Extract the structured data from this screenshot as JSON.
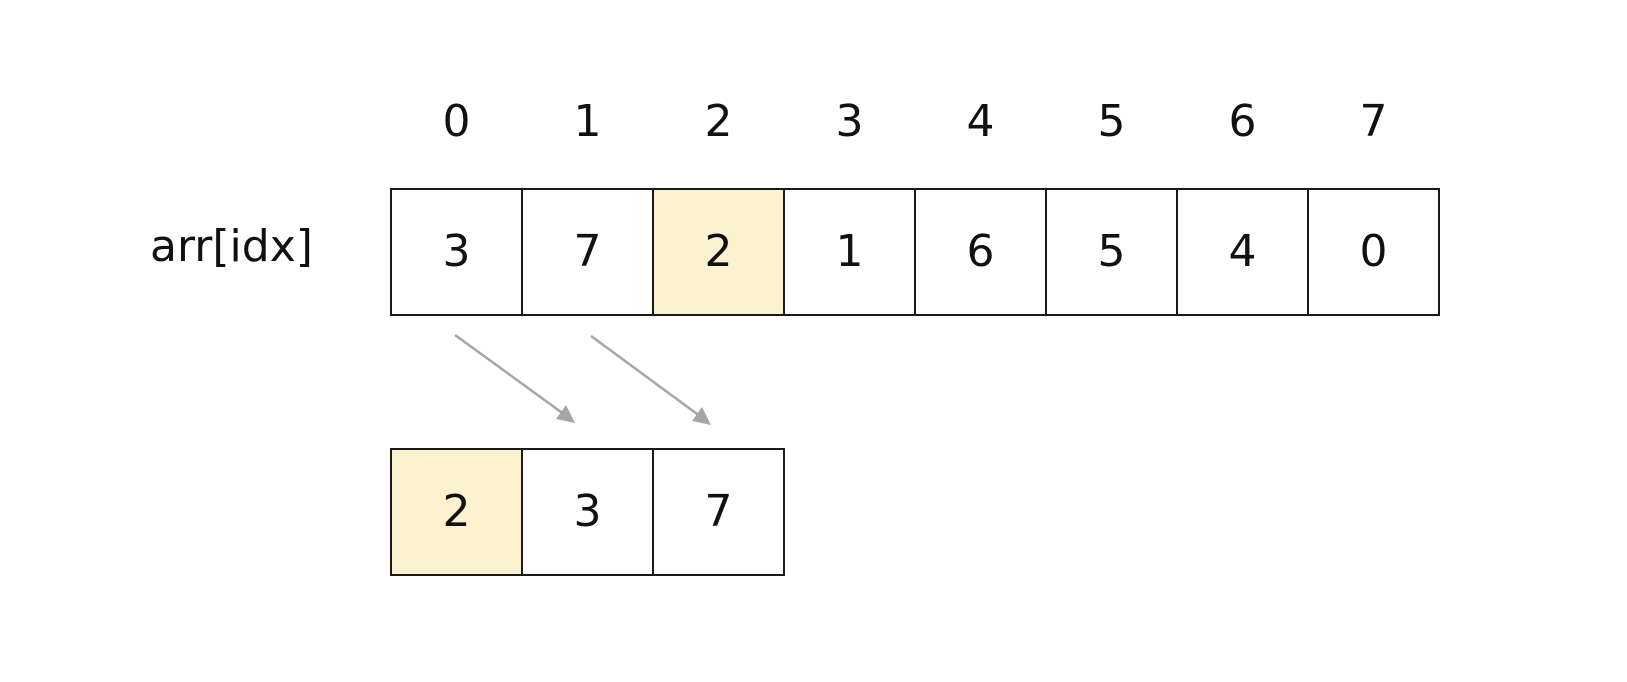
{
  "row_label": "arr[idx]",
  "indices": [
    "0",
    "1",
    "2",
    "3",
    "4",
    "5",
    "6",
    "7"
  ],
  "array": {
    "values": [
      "3",
      "7",
      "2",
      "1",
      "6",
      "5",
      "4",
      "0"
    ],
    "highlighted_index": 2
  },
  "result": {
    "values": [
      "2",
      "3",
      "7"
    ],
    "highlighted_index": 0
  },
  "colors": {
    "highlight": "#fdf2d0",
    "border": "#1a1a1a",
    "arrow": "#a6a6a6"
  }
}
